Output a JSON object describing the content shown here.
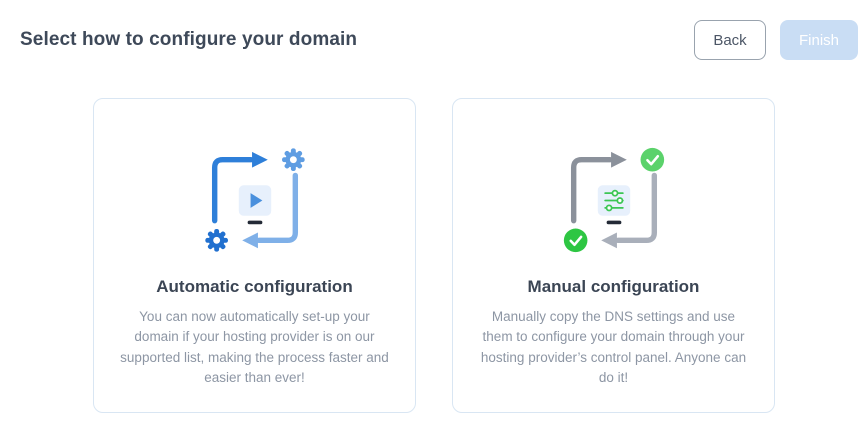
{
  "header": {
    "title": "Select how to configure your domain",
    "back_label": "Back",
    "finish_label": "Finish",
    "finish_state": "disabled"
  },
  "cards": [
    {
      "id": "automatic",
      "title": "Automatic configuration",
      "description": "You can now automatically set-up your domain if your hosting provider is on our supported list, making the process faster and easier than ever!",
      "icons": [
        "cycle-arrows-icon",
        "gear-icon",
        "gear-icon",
        "play-screen-icon"
      ]
    },
    {
      "id": "manual",
      "title": "Manual configuration",
      "description": "Manually copy the DNS settings and use them to configure your domain through your hosting provider’s control panel. Anyone can do it!",
      "icons": [
        "cycle-arrows-icon",
        "check-circle-icon",
        "check-circle-icon",
        "sliders-screen-icon"
      ]
    }
  ],
  "colors": {
    "accent_blue": "#2e7fd9",
    "accent_blue_light": "#7fb0e8",
    "gear_dark_blue": "#2170cf",
    "gear_light_blue": "#5f9de2",
    "green_check_light": "#5bd26b",
    "green_check_dark": "#2ec643",
    "slider_green": "#3cc654",
    "gray_arrow_dark": "#8b919b",
    "gray_arrow_light": "#a9afba",
    "card_border": "#d9e6f3",
    "finish_disabled_bg": "#c9ddf4",
    "title_text": "#3e4959",
    "body_text": "#8d96a4"
  }
}
